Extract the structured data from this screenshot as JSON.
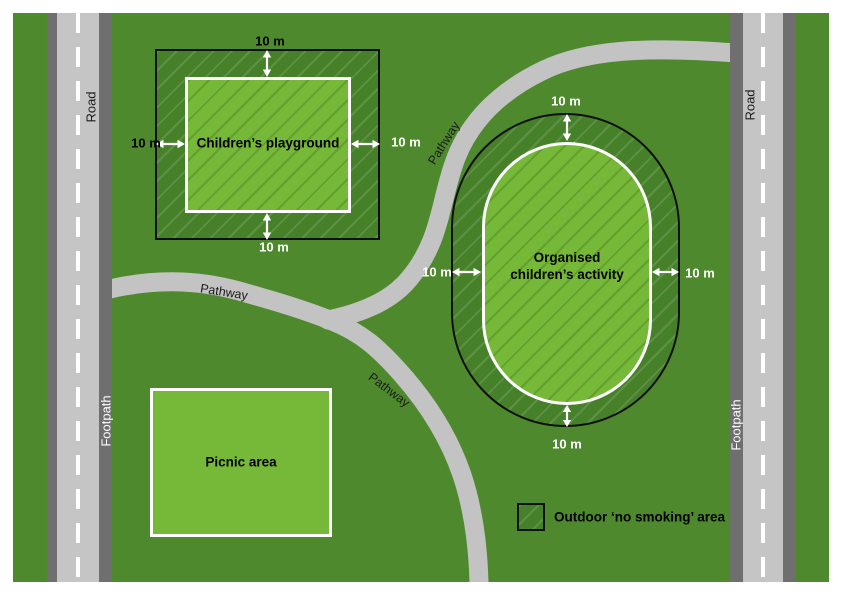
{
  "labels": {
    "road": "Road",
    "footpath": "Footpath",
    "pathway": "Pathway"
  },
  "distances": {
    "value": "10 m"
  },
  "areas": {
    "playground": {
      "label": "Children’s playground"
    },
    "activity": {
      "line1": "Organised",
      "line2": "children’s activity"
    },
    "picnic": {
      "label": "Picnic area"
    }
  },
  "legend": {
    "label": "Outdoor ‘no smoking’ area"
  },
  "colors": {
    "park_green": "#4e8a2d",
    "bright_green": "#76b838",
    "buffer_green": "#468029",
    "road_gray": "#c5c5c5",
    "footpath_gray": "#6f6f6f",
    "pathway_gray": "#c3c3c3",
    "outline_black": "#101010",
    "outline_white": "#ffffff"
  }
}
